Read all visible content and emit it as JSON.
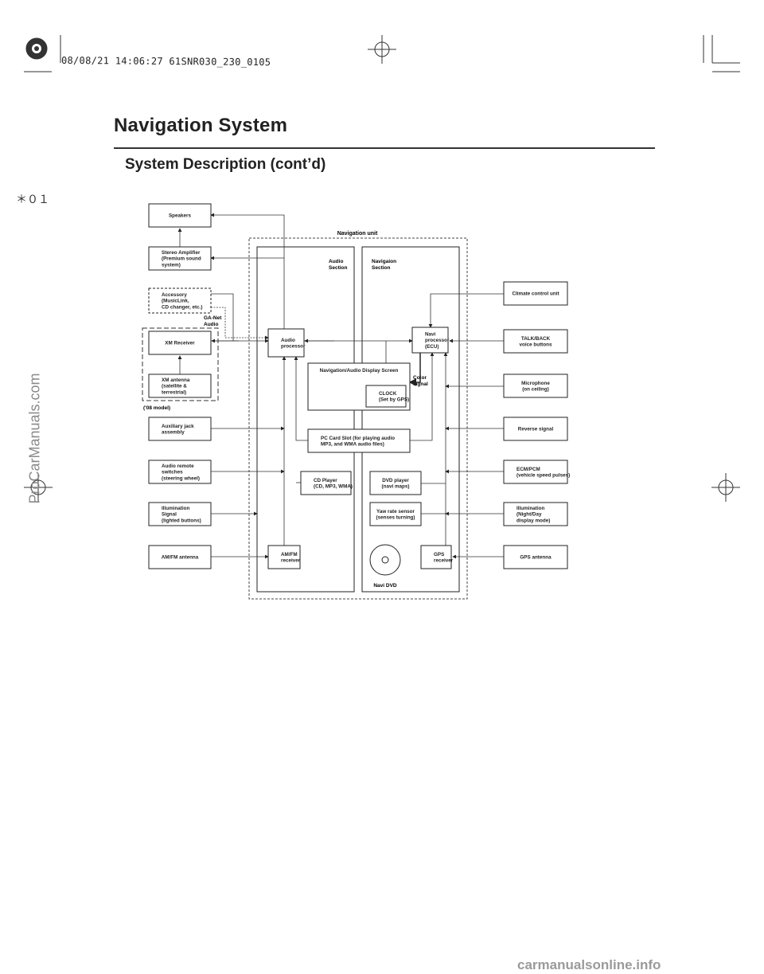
{
  "header": {
    "title": "Navigation System",
    "section": "System Description (cont’d)",
    "marker": "＊０１",
    "timestamp": "08/08/21 14:06:27 61SNR030_230_0105"
  },
  "watermarks": {
    "left": "ProCarManuals.com",
    "bottom": "carmanualsonline.info"
  },
  "diagram": {
    "navigation_unit_label": "Navigation unit",
    "audio_section_label": [
      "Audio",
      "Section"
    ],
    "navigation_section_label": [
      "Navigaion",
      "Section"
    ],
    "ga_net_label": [
      "GA-Net",
      "Audio"
    ],
    "model_note": "('08 model)",
    "color_signal_label": [
      "Color",
      "signal"
    ],
    "navi_dvd_label": "Navi DVD",
    "left_components": [
      {
        "id": "speakers",
        "lines": [
          "Speakers"
        ]
      },
      {
        "id": "stereo-amplifier",
        "lines": [
          "Stereo Amplifier",
          "(Premium sound",
          "system)"
        ]
      },
      {
        "id": "accessory",
        "lines": [
          "Accessory",
          "(MusicLink,",
          "CD changer, etc.)"
        ]
      },
      {
        "id": "xm-receiver",
        "lines": [
          "XM Receiver"
        ]
      },
      {
        "id": "xm-antenna",
        "lines": [
          "XM antenna",
          "(satellite &",
          "terrestrial)"
        ]
      },
      {
        "id": "auxiliary-jack",
        "lines": [
          "Auxiliary jack",
          "assembly"
        ]
      },
      {
        "id": "audio-remote",
        "lines": [
          "Audio remote",
          "switches",
          "(steering wheel)"
        ]
      },
      {
        "id": "illumination-signal",
        "lines": [
          "Illumination",
          "Signal",
          "(lighted buttons)"
        ]
      },
      {
        "id": "amfm-antenna",
        "lines": [
          "AM/FM antenna"
        ]
      }
    ],
    "right_components": [
      {
        "id": "climate-control",
        "lines": [
          "Climate control unit"
        ]
      },
      {
        "id": "talk-back",
        "lines": [
          "TALK/BACK",
          "voice buttons"
        ]
      },
      {
        "id": "microphone",
        "lines": [
          "Microphone",
          "(on ceiling)"
        ]
      },
      {
        "id": "reverse-signal",
        "lines": [
          "Reverse signal"
        ]
      },
      {
        "id": "ecm-pcm",
        "lines": [
          "ECM/PCM",
          "(vehicle speed pulses)"
        ]
      },
      {
        "id": "illumination-night-day",
        "lines": [
          "Illumination",
          "(Night/Day",
          "display mode)"
        ]
      },
      {
        "id": "gps-antenna",
        "lines": [
          "GPS antenna"
        ]
      }
    ],
    "internal_components": [
      {
        "id": "audio-processor",
        "lines": [
          "Audio",
          "processor"
        ]
      },
      {
        "id": "navi-processor",
        "lines": [
          "Navi",
          "processor",
          "(ECU)"
        ]
      },
      {
        "id": "display-screen",
        "lines": [
          "Navigation/Audio Display Screen"
        ]
      },
      {
        "id": "clock",
        "lines": [
          "CLOCK",
          "(Set by GPS)"
        ]
      },
      {
        "id": "pc-card-slot",
        "lines": [
          "PC Card Slot (for playing audio",
          "MP3, and WMA audio files)"
        ]
      },
      {
        "id": "cd-player",
        "lines": [
          "CD Player",
          "(CD, MP3, WMA)"
        ]
      },
      {
        "id": "dvd-player",
        "lines": [
          "DVD player",
          "(navi maps)"
        ]
      },
      {
        "id": "yaw-rate-sensor",
        "lines": [
          "Yaw rate sensor",
          "(senses turning)"
        ]
      },
      {
        "id": "amfm-receiver",
        "lines": [
          "AM/FM",
          "receiver"
        ]
      },
      {
        "id": "gps-receiver",
        "lines": [
          "GPS",
          "receiver"
        ]
      }
    ]
  }
}
